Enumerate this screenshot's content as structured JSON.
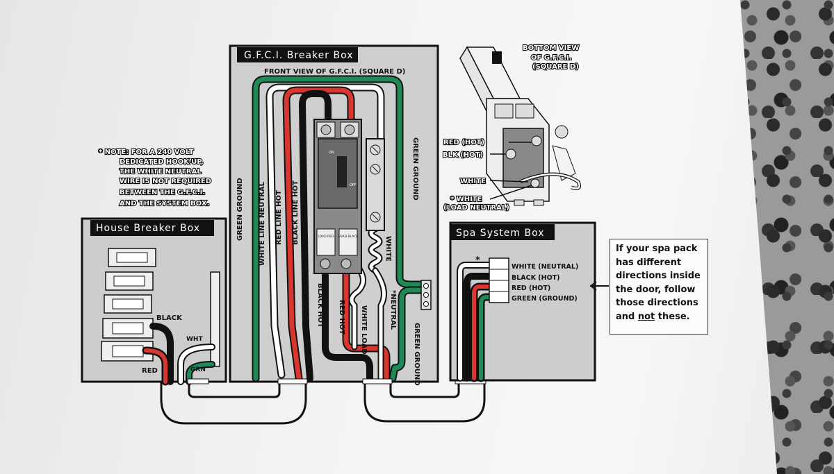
{
  "gfci_box": {
    "title": "G.F.C.I. Breaker Box",
    "front_view": "FRONT VIEW OF G.F.C.I. (SQUARE D)",
    "wires_left": [
      "GREEN GROUND",
      "WHITE LINE NEUTRAL",
      "RED LINE HOT",
      "BLACK LINE HOT"
    ],
    "wire_right": "GREEN GROUND",
    "wire_white_top": "WHITE",
    "wires_bottom": [
      "BLACK HOT",
      "RED HOT",
      "WHITE LOAD",
      "*NEUTRAL",
      "GREEN GROUND"
    ],
    "breaker_off": "OFF",
    "breaker_on": "ON",
    "load_labels": [
      "LOAD RED",
      "LOAD BLACK"
    ]
  },
  "bottom_view": {
    "title_lines": [
      "BOTTOM VIEW",
      "OF G.F.C.I.",
      "(SQUARE D)"
    ],
    "labels": [
      "RED (HOT)",
      "BLK (HOT)",
      "WHITE",
      "* WHITE",
      "(LOAD NEUTRAL)"
    ]
  },
  "note": {
    "lines": [
      "* NOTE: FOR A 240 VOLT",
      "DEDICATED HOOK-UP,",
      "THE WHITE NEUTRAL",
      "WIRE IS NOT REQUIRED",
      "BETWEEN THE G.F.C.I.",
      "AND THE SYSTEM BOX."
    ]
  },
  "house_box": {
    "title": "House Breaker Box",
    "wires": [
      "BLACK",
      "WHT",
      "RED",
      "GRN"
    ]
  },
  "spa_box": {
    "title": "Spa System Box",
    "terminals": [
      "WHITE (NEUTRAL)",
      "BLACK (HOT)",
      "RED (HOT)",
      "GREEN (GROUND)"
    ],
    "star": "*"
  },
  "callout": {
    "line1": "If your spa pack",
    "line2": "has different",
    "line3": "directions inside",
    "line4": "the door, follow",
    "line5": "those directions",
    "line6_before": "and ",
    "line6_underlined": "not",
    "line6_after": " these."
  },
  "colors": {
    "green": "#1e8a55",
    "red": "#d8372f",
    "black": "#111111",
    "white_wire": "#ffffff"
  }
}
